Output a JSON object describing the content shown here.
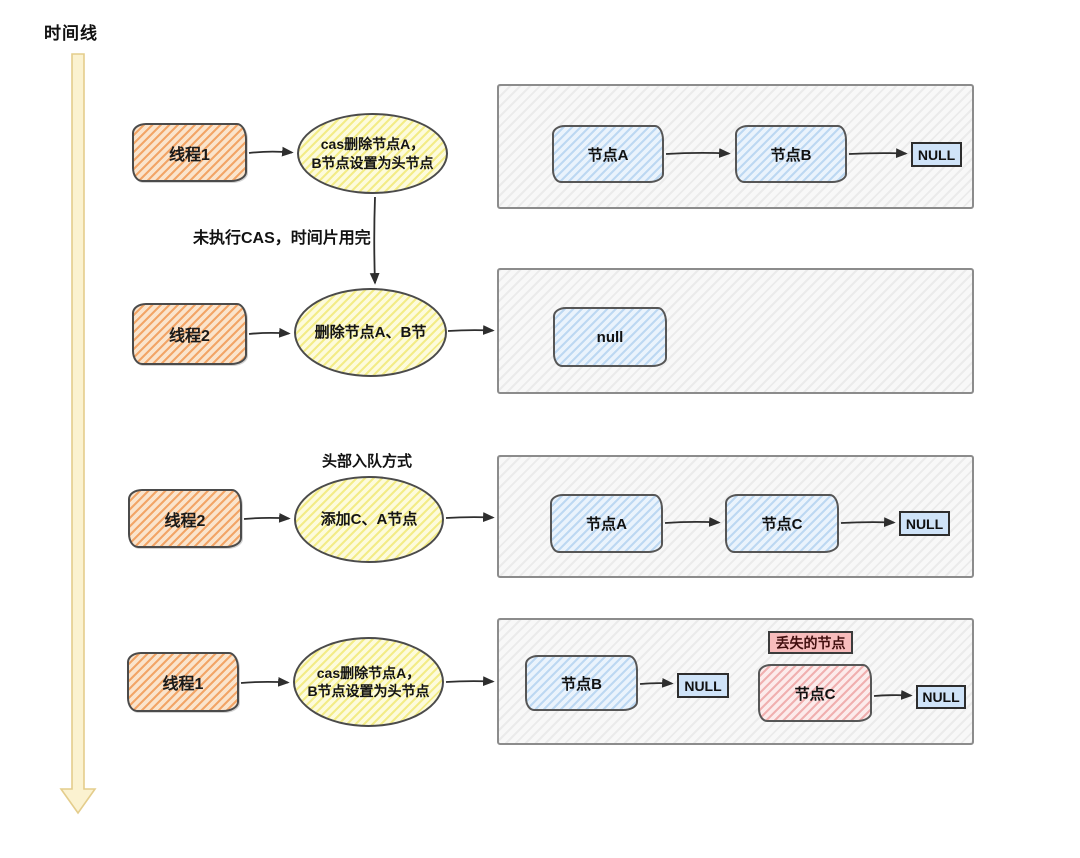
{
  "page": {
    "title": "时间线"
  },
  "notes": {
    "cas_not_executed": "未执行CAS，时间片用完",
    "head_enqueue_mode": "头部入队方式"
  },
  "rows": {
    "r1": {
      "thread": "线程1",
      "action_line1": "cas删除节点A，",
      "action_line2": "B节点设置为头节点",
      "node_a": "节点A",
      "node_b": "节点B",
      "null_label": "NULL"
    },
    "r2": {
      "thread": "线程2",
      "action": "删除节点A、B节",
      "node_null": "null"
    },
    "r3": {
      "thread": "线程2",
      "action": "添加C、A节点",
      "node_a": "节点A",
      "node_c": "节点C",
      "null_label": "NULL"
    },
    "r4": {
      "thread": "线程1",
      "action_line1": "cas删除节点A，",
      "action_line2": "B节点设置为头节点",
      "node_b": "节点B",
      "null_label_1": "NULL",
      "lost_node_label": "丢失的节点",
      "node_c": "节点C",
      "null_label_2": "NULL"
    }
  },
  "colors": {
    "thread_box_fill": "#f6c79c",
    "action_ellipse_fill": "#faf6a8",
    "node_blue_fill": "#d8e9fa",
    "node_pink_fill": "#f8d9d9",
    "lost_label_bg": "#f8bcbc",
    "null_box_bg": "#cfe3f8",
    "container_bg": "#f4f4f4",
    "timeline_arrow_fill": "#fbf2d0",
    "timeline_arrow_stroke": "#e4cd8c",
    "arrow_stroke": "#2e2e2e"
  }
}
